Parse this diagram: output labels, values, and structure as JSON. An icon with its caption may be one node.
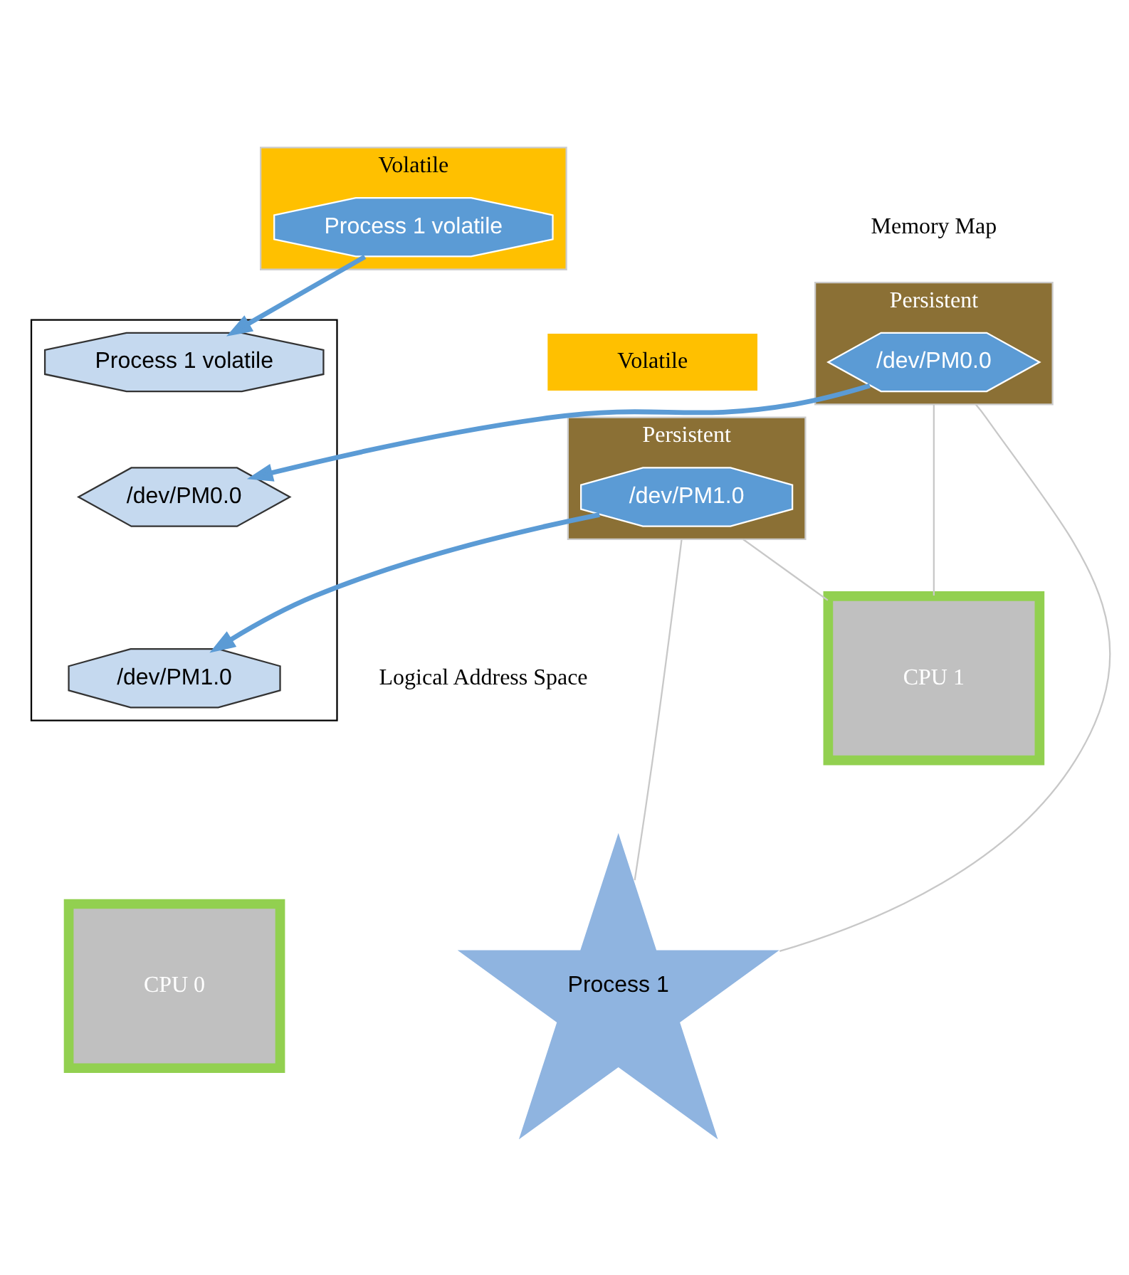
{
  "diagram": {
    "nodes": [
      {
        "text": [
          "Volatile"
        ]
      },
      {
        "text": [
          "Process 1 volatile"
        ],
        "in": 0
      },
      {
        "text": [
          "Persistent"
        ]
      },
      {
        "text": [
          "/dev/PM0.0"
        ],
        "in": 2
      },
      {
        "text": [
          "Volatile"
        ]
      },
      {
        "text": [
          "Persistent"
        ]
      },
      {
        "text": [
          "/dev/PM1.0"
        ],
        "in": 5
      },
      {
        "text": [],
        "shape": "box"
      },
      {
        "text": [
          "Process 1 volatile"
        ],
        "in": 7
      },
      {
        "text": [
          "/dev/PM0.0"
        ],
        "in": 7
      },
      {
        "text": [
          "/dev/PM1.0"
        ],
        "in": 7
      },
      {
        "text": [
          "Process 1"
        ]
      },
      {
        "text": [
          "CPU 0"
        ]
      },
      {
        "text": [
          "CPU 1"
        ]
      }
    ],
    "edges": [
      {
        "from": 1,
        "to": 8,
        "arrow": "to",
        "style": "thick",
        "color": "#5b9bd5"
      },
      {
        "from": 3,
        "to": 9,
        "arrow": "to",
        "style": "thick",
        "color": "#5b9bd5"
      },
      {
        "from": 6,
        "to": 10,
        "arrow": "to",
        "style": "thick",
        "color": "#5b9bd5"
      },
      {
        "from": 2,
        "to": 11,
        "arrow": "none"
      },
      {
        "from": 2,
        "to": 13,
        "arrow": "none"
      },
      {
        "from": 5,
        "to": 11,
        "arrow": "none"
      },
      {
        "from": 5,
        "to": 13,
        "arrow": "none"
      }
    ],
    "labels": [
      "Memory Map",
      "Logical Address Space"
    ]
  }
}
